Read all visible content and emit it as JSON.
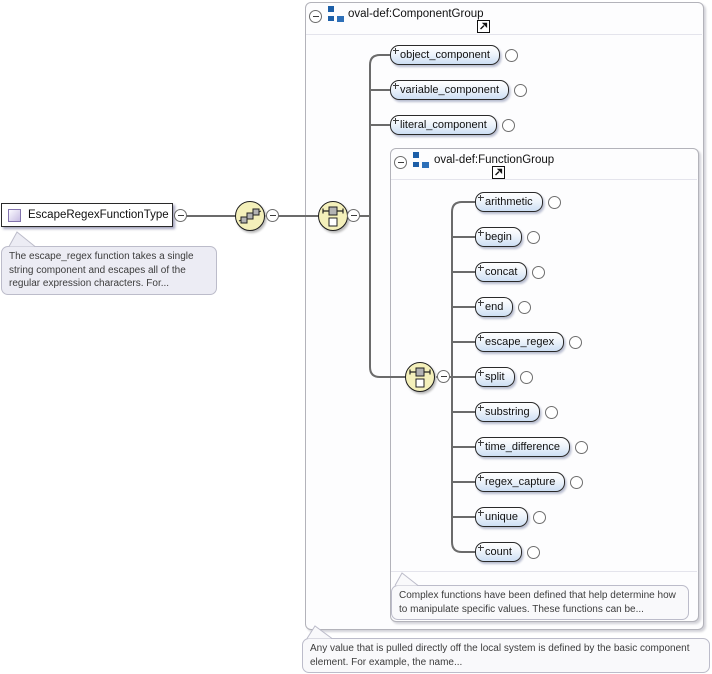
{
  "root": {
    "label": "EscapeRegexFunctionType",
    "annotation": "The escape_regex function takes a single string component and escapes all of the regular expression characters. For..."
  },
  "component_group": {
    "title": "oval-def:ComponentGroup",
    "elements": [
      "object_component",
      "variable_component",
      "literal_component"
    ],
    "annotation": "Any value that is pulled directly off the local system is defined by the basic component element. For example, the name..."
  },
  "function_group": {
    "title": "oval-def:FunctionGroup",
    "elements": [
      "arithmetic",
      "begin",
      "concat",
      "end",
      "escape_regex",
      "split",
      "substring",
      "time_difference",
      "regex_capture",
      "unique",
      "count"
    ],
    "annotation": "Complex functions have been defined that help determine how to manipulate specific values. These functions can be..."
  },
  "icons": {
    "collapse": "minus-circle",
    "expand": "plus-circle",
    "sequence_compositor": "sequence-icon",
    "choice_compositor": "choice-icon",
    "model_group": "blue-squares-icon",
    "navigate": "northeast-arrow-icon"
  },
  "colors": {
    "pill_fill": "#cddff4",
    "compositor_fill": "#f4f0ba",
    "connector": "#6b6b6b",
    "group_icon": "#1d5fa8",
    "annotation_bg": "#ececf4"
  }
}
